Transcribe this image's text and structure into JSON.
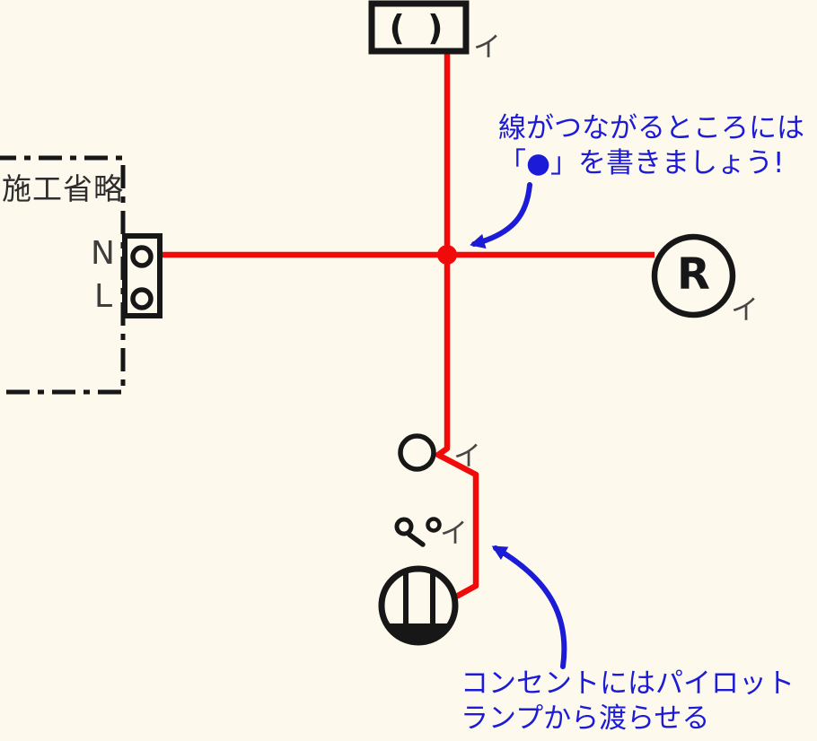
{
  "diagram": {
    "ceiling_light": {
      "symbol": "( )",
      "label": "イ"
    },
    "power_source": {
      "title": "施工省略",
      "terminal_n": "N",
      "terminal_l": "L"
    },
    "lamp_receptacle": {
      "letter": "R",
      "label": "イ"
    },
    "pilot_lamp": {
      "label": "イ"
    },
    "switch": {
      "label": "イ"
    },
    "notes": {
      "junction": {
        "line1": "線がつながるところには",
        "line2": "「●」を書きましょう!"
      },
      "outlet": {
        "line1": "コンセントにはパイロット",
        "line2": "ランプから渡らせる"
      }
    },
    "colors": {
      "background": "#fdf9ec",
      "wire": "#f10a0a",
      "annotation": "#1b1bd8",
      "symbol": "#171717",
      "label": "#464646"
    }
  }
}
